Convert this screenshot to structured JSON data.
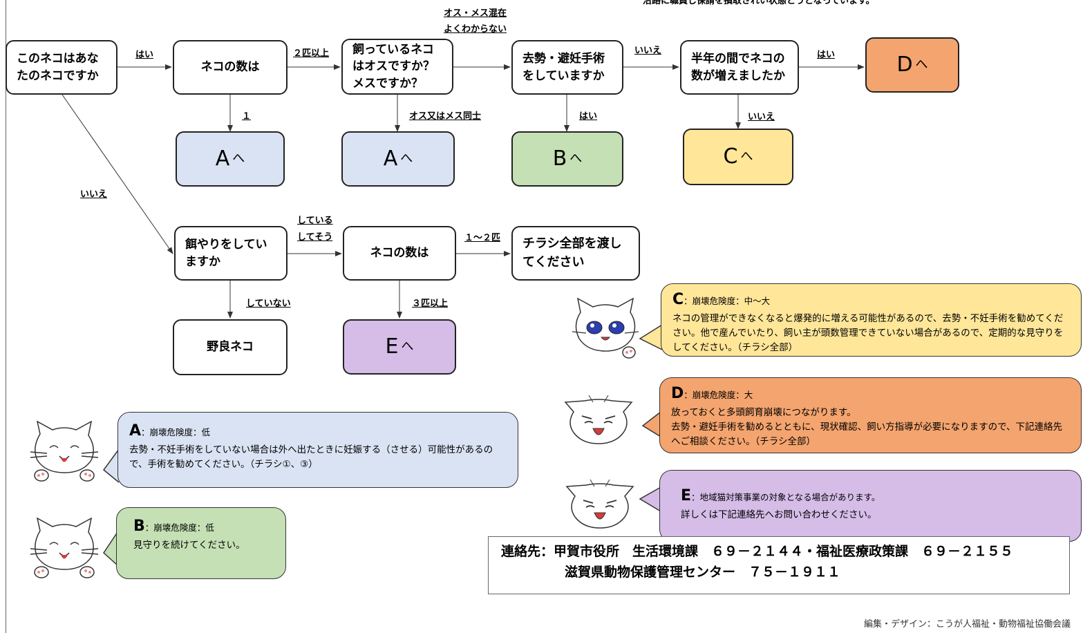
{
  "top_note": "沿路に職員し保請を損取されい状態とうとなっています。",
  "nodes": {
    "q1": "このネコはあなたのネコですか",
    "q2": "ネコの数は",
    "q3": "飼っているネコはオスですか？メスですか？",
    "q4": "去勢・避妊手術をしていますか",
    "q5": "半年の間でネコの数が増えましたか",
    "q6": "餌やりをしていますか",
    "q7": "ネコの数は",
    "q8": "チラシ全部を渡してください",
    "stray": "野良ネコ"
  },
  "results": {
    "a1": {
      "letter": "A",
      "go": "へ"
    },
    "a2": {
      "letter": "A",
      "go": "へ"
    },
    "b": {
      "letter": "B",
      "go": "へ"
    },
    "c": {
      "letter": "C",
      "go": "へ"
    },
    "d": {
      "letter": "D",
      "go": "へ"
    },
    "e": {
      "letter": "E",
      "go": "へ"
    }
  },
  "edges": {
    "q1_yes": "はい",
    "q1_no": "いいえ",
    "q2_two_plus": "２匹以上",
    "q2_one": "１",
    "q3_mixed_1": "オス・メス混在",
    "q3_mixed_2": "よくわからない",
    "q3_same": "オス又はメス同士",
    "q4_no": "いいえ",
    "q4_yes": "はい",
    "q5_yes": "はい",
    "q5_no": "いいえ",
    "q6_yes_1": "している",
    "q6_yes_2": "してそう",
    "q6_no": "していない",
    "q7_few": "１～２匹",
    "q7_many": "３匹以上"
  },
  "bubbles": {
    "a": {
      "letter": "A",
      "sub": "：崩壊危険度：低",
      "text": "去勢・不妊手術をしていない場合は外へ出たときに妊娠する（させる）可能性があるので、手術を勧めてください。（チラシ①、③）"
    },
    "b": {
      "letter": "B",
      "sub": "：崩壊危険度：低",
      "text": "見守りを続けてください。"
    },
    "c": {
      "letter": "C",
      "sub": "：崩壊危険度：中～大",
      "text": "ネコの管理ができなくなると爆発的に増える可能性があるので、去勢・不妊手術を勧めてください。他で産んでいたり、飼い主が頭数管理できていない場合があるので、定期的な見守りをしてください。（チラシ全部）"
    },
    "d": {
      "letter": "D",
      "sub": "：崩壊危険度：大",
      "text_1": "放っておくと多頭飼育崩壊につながります。",
      "text_2": "去勢・避妊手術を勧めるとともに、現状確認、飼い方指導が必要になりますので、下記連絡先へご相談ください。（チラシ全部）"
    },
    "e": {
      "letter": "E",
      "sub": "：地域猫対策事業の対象となる場合があります。",
      "text": "詳しくは下記連絡先へお問い合わせください。"
    }
  },
  "contact": {
    "line1": "連絡先：甲賀市役所　生活環境課　６９－２１４４・福祉医療政策課　６９－２１５５",
    "line2": "滋賀県動物保護管理センター　７５－１９１１"
  },
  "credit": "編集・デザイン：こうが人福祉・動物福祉協働会議",
  "colors": {
    "a": "#dae3f3",
    "b": "#c5e0b4",
    "c": "#ffe699",
    "d": "#f4a46e",
    "e": "#d5bde8"
  }
}
